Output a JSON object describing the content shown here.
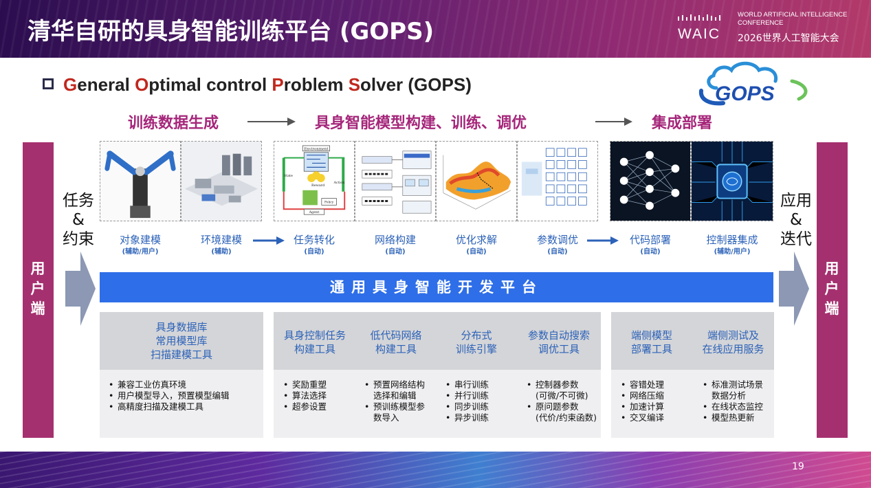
{
  "header": {
    "title": "清华自研的具身智能训练平台 (GOPS)",
    "waic_wordmark": "WAIC",
    "conference_en_line1": "WORLD ARTIFICIAL INTELLIGENCE",
    "conference_en_line2": "CONFERENCE",
    "conference_cn": "2026世界人工智能大会"
  },
  "subtitle": {
    "g": "G",
    "g_rest": "eneral ",
    "o": "O",
    "o_rest": "ptimal control ",
    "p": "P",
    "p_rest": "roblem ",
    "s": "S",
    "s_rest": "olver (GOPS)"
  },
  "gops_logo_text": "GOPS",
  "phases": {
    "data_gen": "训练数据生成",
    "model_build": "具身智能模型构建、训练、调优",
    "deploy": "集成部署"
  },
  "side": {
    "user_label_left": "用\n户\n端",
    "user_label_right": "用\n户\n端",
    "left_text_1": "任务",
    "left_text_2": "&",
    "left_text_3": "约束",
    "right_text_1": "应用",
    "right_text_2": "&",
    "right_text_3": "迭代"
  },
  "steps": [
    {
      "label": "对象建模",
      "sub": "(辅助/用户)",
      "icon": "robot-arms-image"
    },
    {
      "label": "环境建模",
      "sub": "(辅助)",
      "icon": "factory-3d-image"
    },
    {
      "label": "任务转化",
      "sub": "(自动)",
      "icon": "rl-loop-diagram"
    },
    {
      "label": "网络构建",
      "sub": "(自动)",
      "icon": "network-blocks-diagram"
    },
    {
      "label": "优化求解",
      "sub": "(自动)",
      "icon": "surface-plot-image"
    },
    {
      "label": "参数调优",
      "sub": "(自动)",
      "icon": "parameter-grid-image"
    },
    {
      "label": "代码部署",
      "sub": "(自动)",
      "icon": "neural-network-image"
    },
    {
      "label": "控制器集成",
      "sub": "(辅助/用户)",
      "icon": "chip-image"
    }
  ],
  "rl_diagram": {
    "environment": "Environment",
    "state": "State",
    "reward": "Reward",
    "action": "Action",
    "agent": "Agent",
    "policy": "Policy"
  },
  "platform_label": "通用具身智能开发平台",
  "tools": [
    {
      "title": "具身数据库\n常用模型库\n扫描建模工具",
      "items": [
        "兼容工业仿真环境",
        "用户模型导入，预置模型编辑",
        "高精度扫描及建模工具"
      ]
    },
    {
      "title": "具身控制任务\n构建工具",
      "items": [
        "奖励重塑",
        "算法选择",
        "超参设置"
      ]
    },
    {
      "title": "低代码网络\n构建工具",
      "items": [
        "预置网络结构",
        "选择和编辑",
        "预训练模型参",
        "数导入"
      ]
    },
    {
      "title": "分布式\n训练引擎",
      "items": [
        "串行训练",
        "并行训练",
        "同步训练",
        "异步训练"
      ]
    },
    {
      "title": "参数自动搜索\n调优工具",
      "items": [
        "控制器参数",
        "(可微/不可微)",
        "原问题参数",
        "(代价/约束函数)"
      ]
    },
    {
      "title": "端侧模型\n部署工具",
      "items": [
        "容错处理",
        "网络压缩",
        "加速计算",
        "交叉编译"
      ]
    },
    {
      "title": "端侧测试及\n在线应用服务",
      "items": [
        "标准测试场景",
        "数据分析",
        "在线状态监控",
        "模型热更新"
      ]
    }
  ],
  "page_number": "19",
  "colors": {
    "accent_magenta": "#a5306f",
    "platform_blue": "#2e6ee8",
    "label_blue": "#2c62b8",
    "phase_purple": "#a5267a"
  }
}
